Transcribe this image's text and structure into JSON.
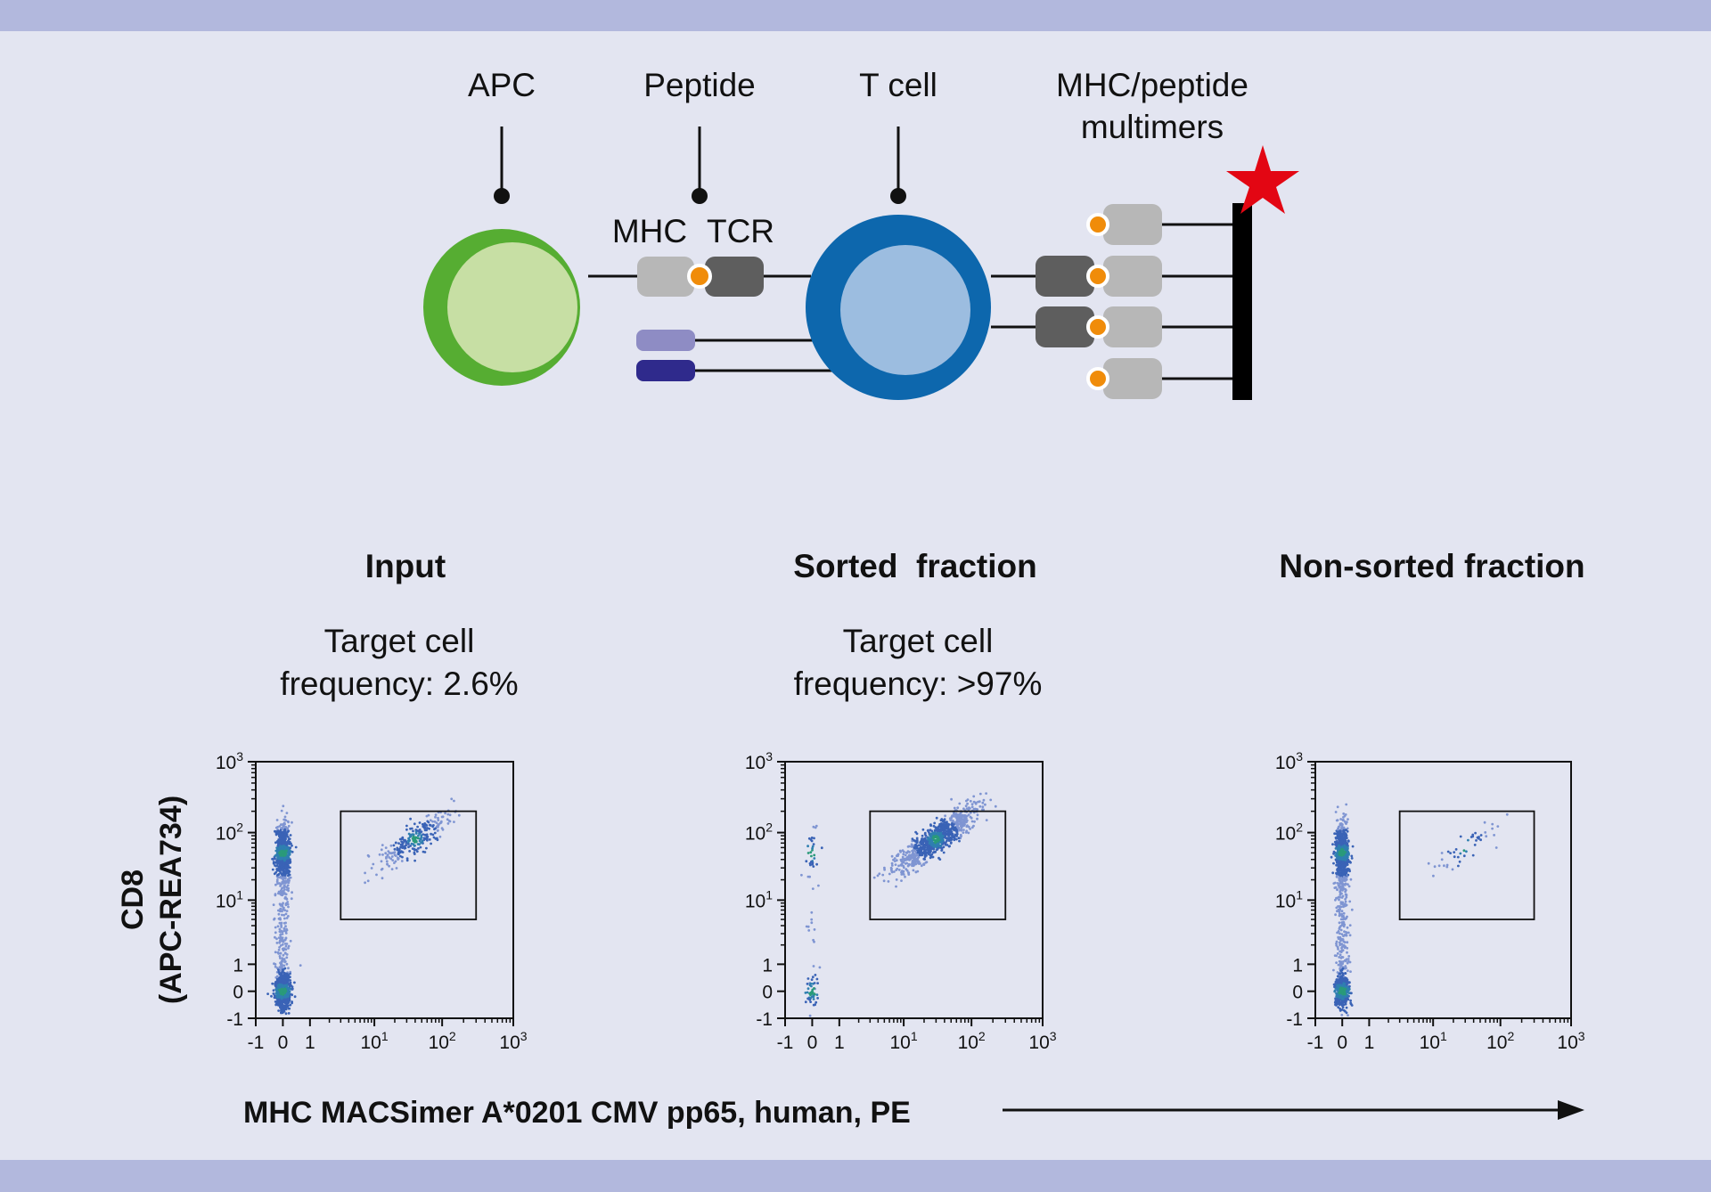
{
  "diagram": {
    "labels": {
      "apc": "APC",
      "peptide": "Peptide",
      "tcell": "T cell",
      "multimers_line1": "MHC/peptide",
      "multimers_line2": "multimers",
      "mhc": "MHC",
      "tcr": "TCR"
    },
    "colors": {
      "apc_outer": "#56ad32",
      "apc_inner": "#c7dfa4",
      "tcell_outer": "#0d67ad",
      "tcell_inner": "#9cbde0",
      "mhc": "#b7b7b7",
      "tcr": "#5e5e5e",
      "peptide": "#f08c0a",
      "coreceptor_light": "#8e8cc4",
      "coreceptor_dark": "#2f2a8c",
      "fluorochrome_star": "#e30613"
    }
  },
  "panels": [
    {
      "title": "Input",
      "subtitle_line1": "Target cell",
      "subtitle_line2": "frequency: 2.6%"
    },
    {
      "title": "Sorted  fraction",
      "subtitle_line1": "Target cell",
      "subtitle_line2": "frequency: >97%"
    },
    {
      "title": "Non-sorted fraction",
      "subtitle_line1": "",
      "subtitle_line2": ""
    }
  ],
  "axes": {
    "y_label_line1": "CD8",
    "y_label_line2": "(APC-REA734)",
    "x_label": "MHC MACSimer A*0201 CMV pp65, human, PE",
    "x_ticks": [
      "-1",
      "0",
      "1",
      "10",
      "10",
      "10"
    ],
    "x_tick_exp": [
      "",
      "",
      "",
      "1",
      "2",
      "3"
    ],
    "y_ticks": [
      "-1",
      "0",
      "1",
      "10",
      "10",
      "10"
    ],
    "y_tick_exp": [
      "",
      "",
      "",
      "1",
      "2",
      "3"
    ]
  },
  "chart_data": [
    {
      "type": "scatter",
      "title": "Input",
      "xlabel": "MHC MACSimer A*0201 CMV pp65, human, PE",
      "ylabel": "CD8 (APC-REA734)",
      "x_scale": "biexponential",
      "y_scale": "biexponential",
      "xlim": [
        -1,
        1000
      ],
      "ylim": [
        -1,
        1000
      ],
      "gate": {
        "x": [
          3,
          300
        ],
        "y": [
          5,
          200
        ]
      },
      "gated_frequency_percent": 2.6,
      "populations": [
        {
          "name": "CD8+ tetramer-negative",
          "x_center": 0,
          "y_center": 50,
          "relative_size": "large"
        },
        {
          "name": "CD8- tetramer-negative",
          "x_center": 0,
          "y_center": 0,
          "relative_size": "large"
        },
        {
          "name": "CD8+ tetramer-positive",
          "x_center": 40,
          "y_center": 80,
          "relative_size": "small"
        }
      ]
    },
    {
      "type": "scatter",
      "title": "Sorted  fraction",
      "xlabel": "MHC MACSimer A*0201 CMV pp65, human, PE",
      "ylabel": "CD8 (APC-REA734)",
      "x_scale": "biexponential",
      "y_scale": "biexponential",
      "xlim": [
        -1,
        1000
      ],
      "ylim": [
        -1,
        1000
      ],
      "gate": {
        "x": [
          3,
          300
        ],
        "y": [
          5,
          200
        ]
      },
      "gated_frequency_percent": 97,
      "populations": [
        {
          "name": "CD8+ tetramer-positive",
          "x_center": 30,
          "y_center": 80,
          "relative_size": "large"
        },
        {
          "name": "CD8+ tetramer-negative",
          "x_center": 0,
          "y_center": 50,
          "relative_size": "trace"
        },
        {
          "name": "CD8- tetramer-negative",
          "x_center": 0,
          "y_center": 0,
          "relative_size": "trace"
        }
      ]
    },
    {
      "type": "scatter",
      "title": "Non-sorted fraction",
      "xlabel": "MHC MACSimer A*0201 CMV pp65, human, PE",
      "ylabel": "CD8 (APC-REA734)",
      "x_scale": "biexponential",
      "y_scale": "biexponential",
      "xlim": [
        -1,
        1000
      ],
      "ylim": [
        -1,
        1000
      ],
      "gate": {
        "x": [
          3,
          300
        ],
        "y": [
          5,
          200
        ]
      },
      "populations": [
        {
          "name": "CD8+ tetramer-negative",
          "x_center": 0,
          "y_center": 50,
          "relative_size": "large"
        },
        {
          "name": "CD8- tetramer-negative",
          "x_center": 0,
          "y_center": 0,
          "relative_size": "medium"
        },
        {
          "name": "CD8+ tetramer-positive",
          "x_center": 30,
          "y_center": 60,
          "relative_size": "trace"
        }
      ]
    }
  ]
}
